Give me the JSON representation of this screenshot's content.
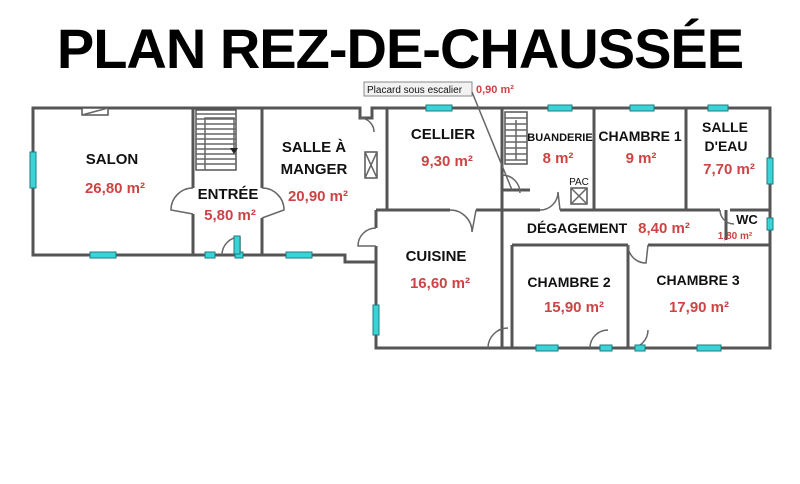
{
  "title": "PLAN REZ-DE-CHAUSSÉE",
  "callout": {
    "label": "Placard sous escalier",
    "area": "0,90 m²"
  },
  "rooms": {
    "salon": {
      "name": "SALON",
      "area": "26,80 m²"
    },
    "entree": {
      "name": "ENTRÉE",
      "area": "5,80 m²"
    },
    "salle_a_manger": {
      "name_line1": "SALLE À",
      "name_line2": "MANGER",
      "area": "20,90 m²"
    },
    "cellier": {
      "name": "CELLIER",
      "area": "9,30 m²"
    },
    "buanderie": {
      "name": "BUANDERIE",
      "area": "8 m²"
    },
    "chambre1": {
      "name": "CHAMBRE 1",
      "area": "9 m²"
    },
    "salle_deau": {
      "name_line1": "SALLE",
      "name_line2": "D'EAU",
      "area": "7,70 m²"
    },
    "pac": {
      "name": "PAC"
    },
    "degagement": {
      "name": "DÉGAGEMENT",
      "area": "8,40 m²"
    },
    "wc": {
      "name": "WC",
      "area": "1,80 m²"
    },
    "cuisine": {
      "name": "CUISINE",
      "area": "16,60 m²"
    },
    "chambre2": {
      "name": "CHAMBRE 2",
      "area": "15,90 m²"
    },
    "chambre3": {
      "name": "CHAMBRE 3",
      "area": "17,90 m²"
    }
  },
  "colors": {
    "area_text": "#cc4444",
    "window": "#3ad3d8",
    "wall": "#555555"
  }
}
